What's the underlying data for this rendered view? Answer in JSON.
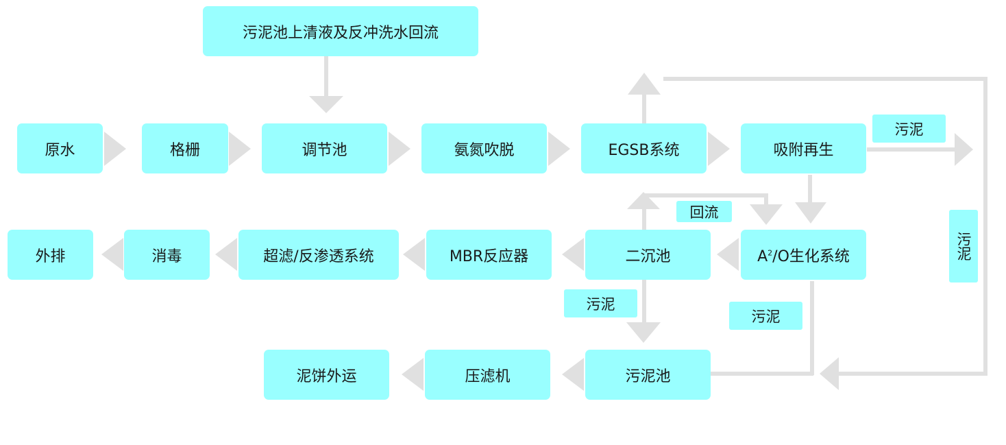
{
  "nodes": {
    "return_flow": "污泥池上清液及反冲洗水回流",
    "raw_water": "原水",
    "grille": "格栅",
    "regulating_tank": "调节池",
    "ammonia_stripping": "氨氮吹脱",
    "egsb": "EGSB系统",
    "adsorption": "吸附再生",
    "discharge": "外排",
    "disinfection": "消毒",
    "uf_ro": "超滤/反渗透系统",
    "mbr": "MBR反应器",
    "secondary_clarifier": "二沉池",
    "ao_prefix": "A",
    "ao_sup": "2",
    "ao_suffix": "/O生化系统",
    "sludge_cake": "泥饼外运",
    "filter_press": "压滤机",
    "sludge_tank": "污泥池"
  },
  "labels": {
    "sludge_top": "污泥",
    "return": "回流",
    "sludge_vertical": "污泥",
    "sludge_left": "污泥",
    "sludge_mid": "污泥"
  },
  "colors": {
    "node_fill": "#99ffff",
    "connector": "#e0e0e0"
  }
}
